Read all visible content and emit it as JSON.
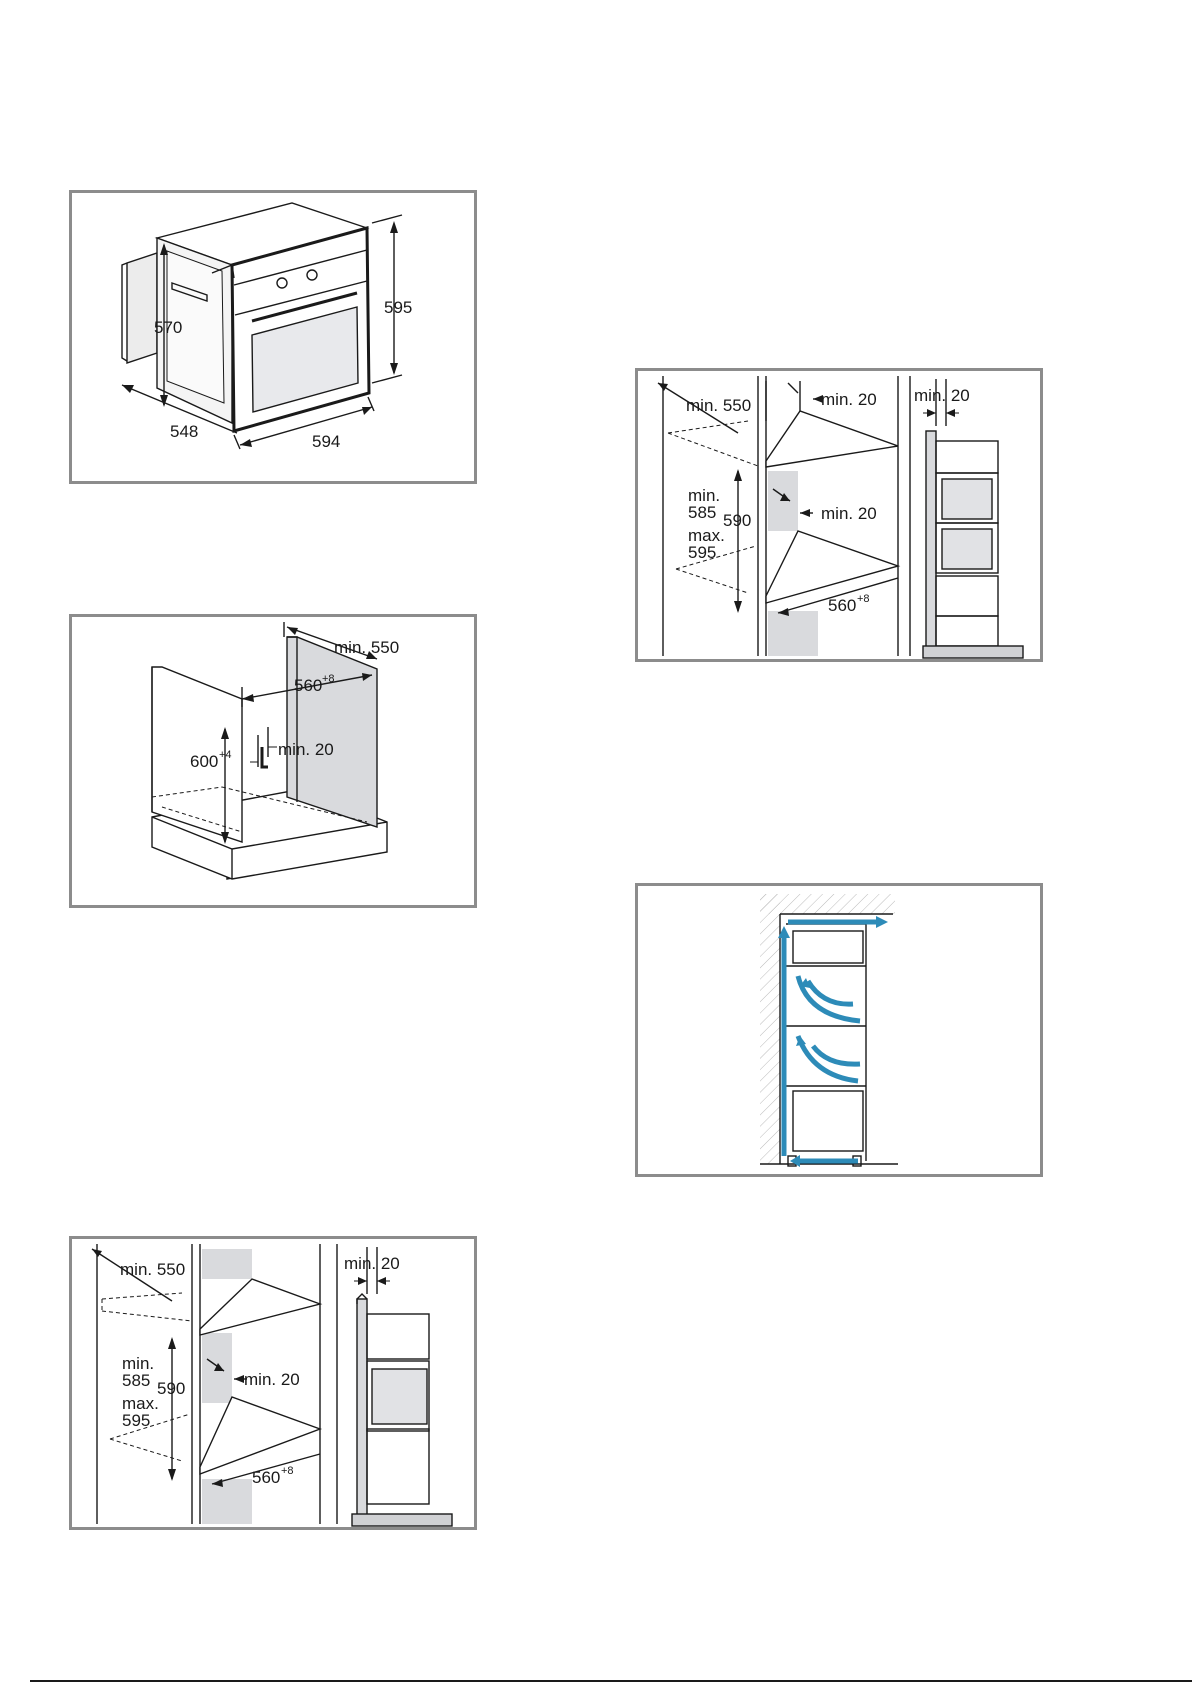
{
  "figures": {
    "oven_dimensions": {
      "labels": {
        "height": "595",
        "inner_height": "570",
        "depth": "548",
        "width": "594"
      }
    },
    "under_counter": {
      "labels": {
        "min_depth": "min. 550",
        "niche_width": "560",
        "niche_width_tol": "+8",
        "niche_height": "600",
        "niche_height_tol": "+4",
        "min_gap": "min. 20"
      }
    },
    "tall_unit_single": {
      "labels": {
        "min_depth": "min. 550",
        "min_gap_side": "min. 20",
        "min_label": "min.",
        "min_val": "585",
        "height": "590",
        "max_label": "max.",
        "max_val": "595",
        "min_gap_inner": "min. 20",
        "niche_width": "560",
        "niche_width_tol": "+8"
      }
    },
    "tall_unit_double": {
      "labels": {
        "min_depth": "min. 550",
        "min_gap_top": "min. 20",
        "min_gap_side": "min. 20",
        "min_label": "min.",
        "min_val": "585",
        "height": "590",
        "max_label": "max.",
        "max_val": "595",
        "min_gap_inner": "min. 20",
        "niche_width": "560",
        "niche_width_tol": "+8"
      }
    },
    "ventilation": {
      "accent_color": "#2d8bb8"
    }
  }
}
